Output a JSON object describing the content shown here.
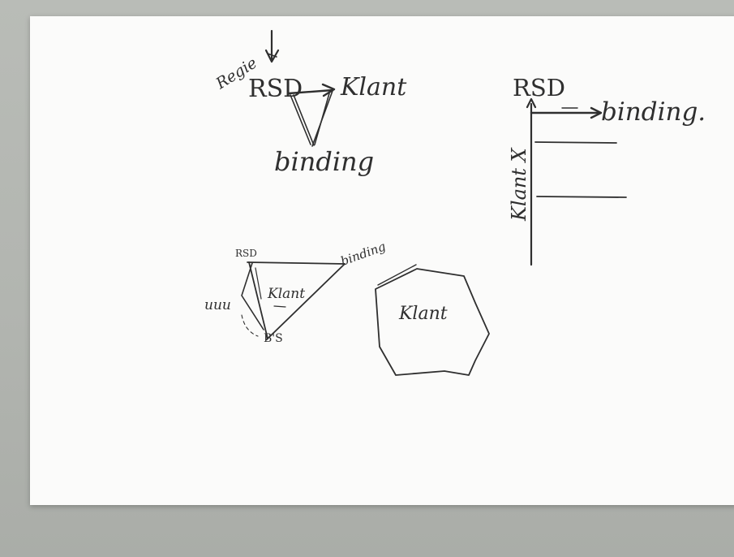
{
  "photo": {
    "background_color": "#b3b6b1",
    "paper_color": "#fbfbfa",
    "ink_color": "#2f2f2f"
  },
  "sketch_top_left": {
    "regie_label": "Regie",
    "rsd_label": "RSD",
    "klant_label": "Klant",
    "binding_label": "binding"
  },
  "sketch_top_right": {
    "rsd_label": "RSD",
    "binding_label": "binding.",
    "klant_axis_label": "Klant X"
  },
  "sketch_triangle": {
    "top_label": "RSD",
    "right_label": "binding",
    "left_label": "uuu",
    "center_label": "Klant",
    "bottom_label": "B'S"
  },
  "sketch_polygon": {
    "center_label": "Klant"
  }
}
